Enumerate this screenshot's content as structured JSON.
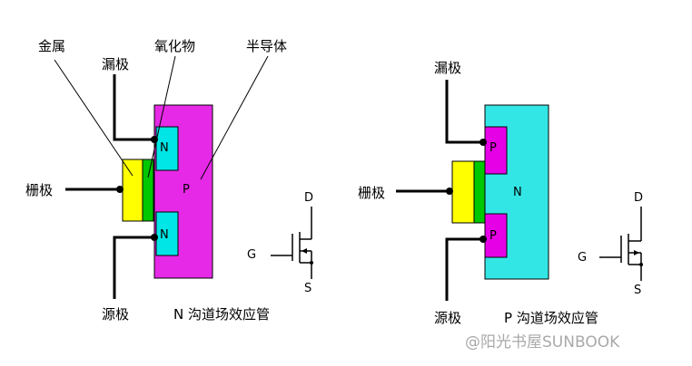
{
  "colors": {
    "metal": "#ffff00",
    "oxide": "#00c800",
    "n_region": "#00e5e5",
    "p_region": "#e600e6",
    "n_substrate": "#33e6e6",
    "p_substrate": "#e629e6",
    "line": "#000000",
    "watermark": "#a9a9a9"
  },
  "left_diagram": {
    "callouts": {
      "metal": "金属",
      "oxide": "氧化物",
      "semiconductor": "半导体"
    },
    "drain_label": "漏极",
    "gate_label": "栅极",
    "source_label": "源极",
    "top_region": "N",
    "bottom_region": "N",
    "substrate": "P",
    "caption": "N 沟道场效应管",
    "symbol": {
      "d": "D",
      "g": "G",
      "s": "S"
    }
  },
  "right_diagram": {
    "drain_label": "漏极",
    "gate_label": "栅极",
    "source_label": "源极",
    "top_region": "P",
    "bottom_region": "P",
    "substrate": "N",
    "caption": "P 沟道场效应管",
    "symbol": {
      "d": "D",
      "g": "G",
      "s": "S"
    }
  },
  "watermark": "@阳光书屋SUNBOOK"
}
